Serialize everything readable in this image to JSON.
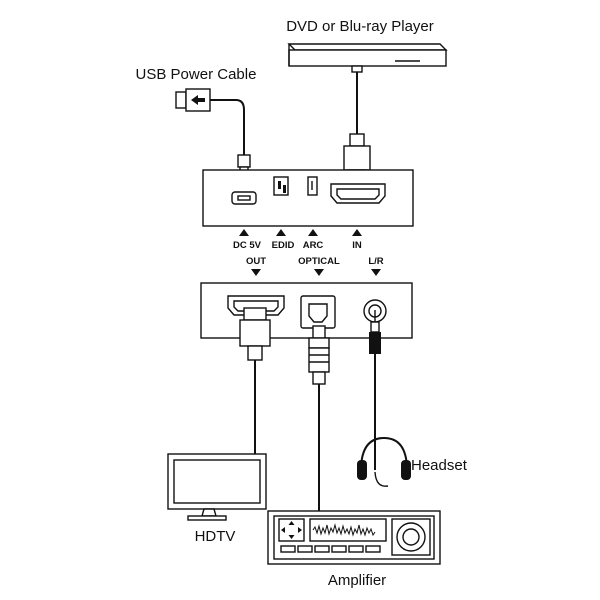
{
  "labels": {
    "dvd_player": "DVD or Blu-ray Player",
    "usb_cable": "USB Power Cable",
    "headset": "Headset",
    "hdtv": "HDTV",
    "amplifier": "Amplifier"
  },
  "ports_top": {
    "dc5v": "DC 5V",
    "edid": "EDID",
    "arc": "ARC",
    "in": "IN"
  },
  "ports_bottom": {
    "out": "OUT",
    "optical": "OPTICAL",
    "lr": "L/R"
  }
}
